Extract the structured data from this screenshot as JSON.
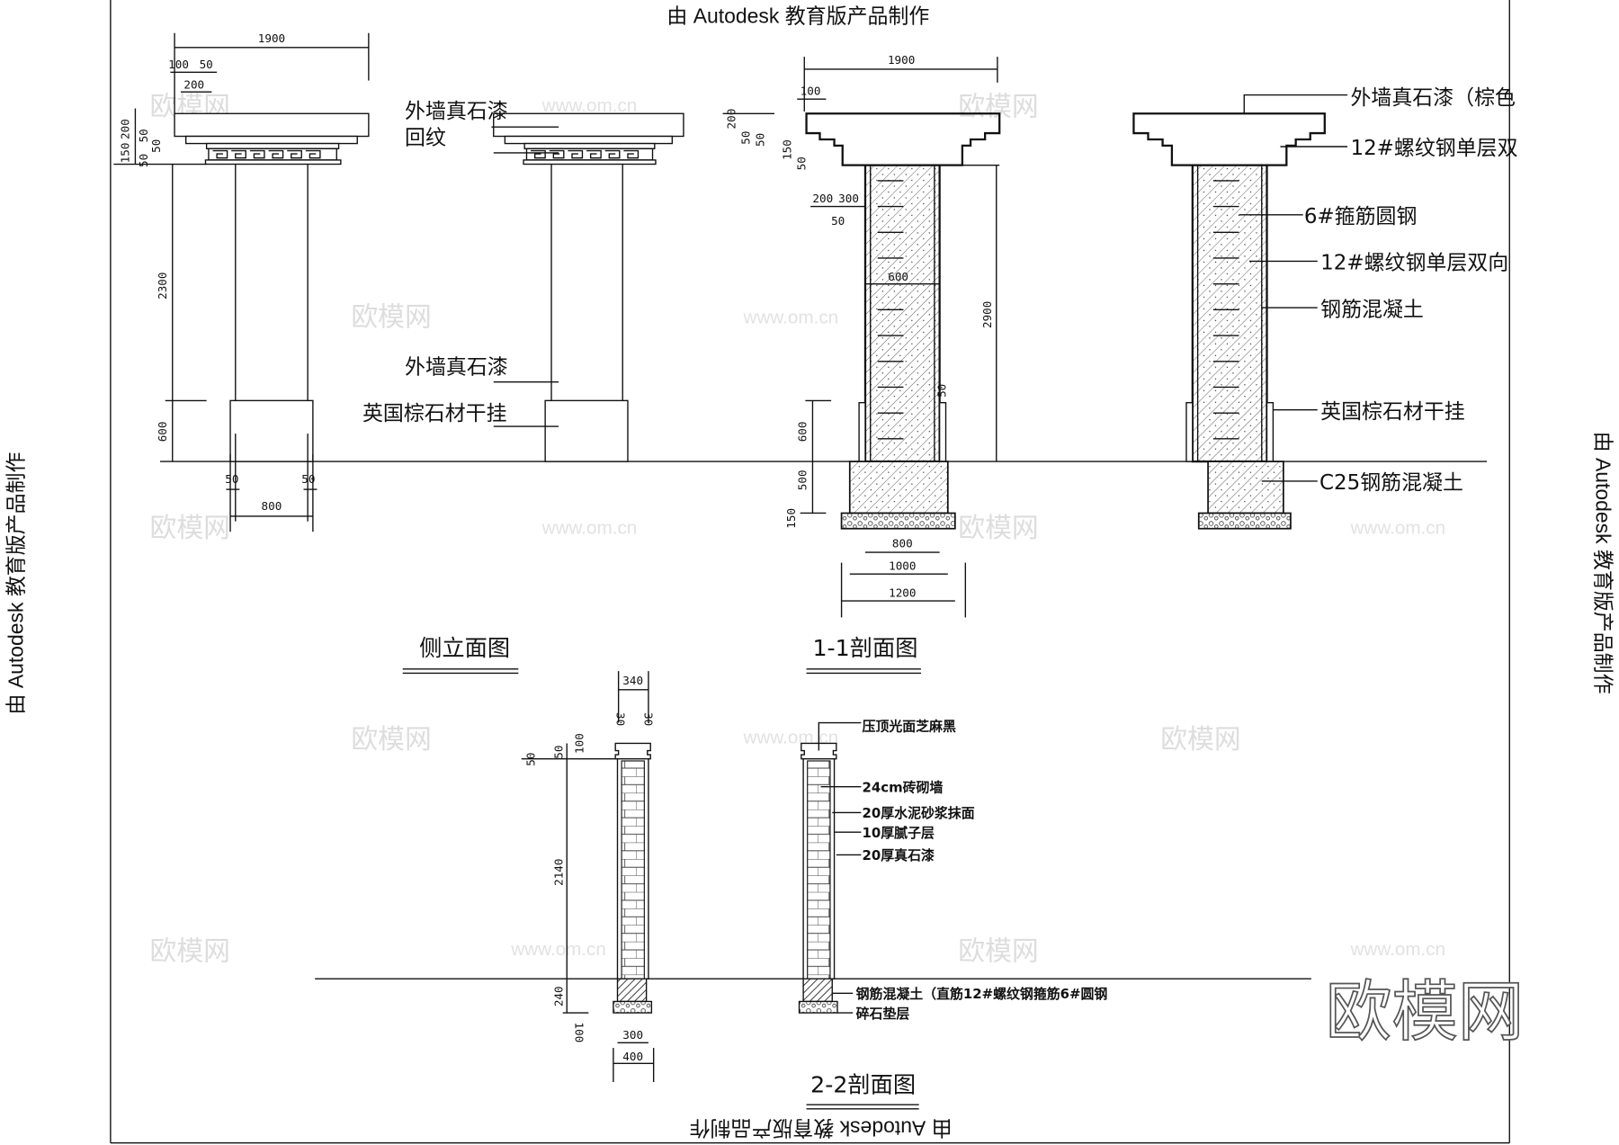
{
  "watermark": {
    "edu_text": "由 Autodesk 教育版产品制作",
    "site_cn": "欧模网",
    "site_url": "www.om.cn"
  },
  "logo": {
    "text": "欧模网"
  },
  "side_elevation": {
    "title": "侧立面图",
    "labels": [
      "外墙真石漆",
      "回纹",
      "外墙真石漆",
      "英国棕石材干挂"
    ],
    "dims": {
      "width": "1900",
      "d100": "100",
      "d50": "50",
      "d200": "200",
      "v200": "200",
      "v50a": "50",
      "v150": "150",
      "v50b": "50",
      "v50c": "50",
      "shaft": "2300",
      "base": "600",
      "b50l": "50",
      "b50r": "50",
      "b800": "800"
    }
  },
  "section_1_1": {
    "title": "1-1剖面图",
    "labels": [
      "外墙真石漆（棕色",
      "12#螺纹钢单层双",
      "6#箍筋圆钢",
      "12#螺纹钢单层双向",
      "钢筋混凝土",
      "英国棕石材干挂",
      "C25钢筋混凝土"
    ],
    "dims": {
      "width": "1900",
      "d100": "100",
      "v200": "200",
      "v50a": "50",
      "v50b": "50",
      "v150": "150",
      "v50c": "50",
      "h200": "200",
      "h300": "300",
      "h50": "50",
      "w600": "600",
      "h2900": "2900",
      "r50": "50",
      "v600": "600",
      "v500": "500",
      "v150b": "150",
      "b800": "800",
      "b1000": "1000",
      "b1200": "1200"
    }
  },
  "section_2_2": {
    "title": "2-2剖面图",
    "labels": [
      "压顶光面芝麻黑",
      "24cm砖砌墙",
      "20厚水泥砂浆抹面",
      "10厚腻子层",
      "20厚真石漆",
      "钢筋混凝土（直筋12#螺纹钢箍筋6#圆钢",
      "碎石垫层"
    ],
    "dims": {
      "w340": "340",
      "l30": "30",
      "r30": "30",
      "v50": "50",
      "v50b": "50",
      "v100": "100",
      "h2140": "2140",
      "h240": "240",
      "h100": "100",
      "b300": "300",
      "b400": "400"
    }
  }
}
